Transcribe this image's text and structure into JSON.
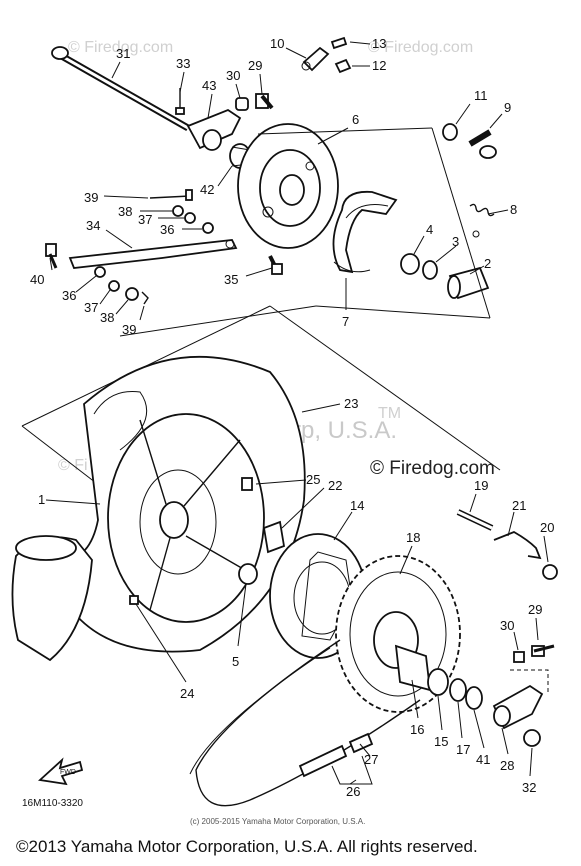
{
  "diagram": {
    "code": "16M110-3320",
    "fwd_label": "FWD",
    "credit": "(c) 2005-2015 Yamaha Motor Corporation, U.S.A.",
    "copyright_footer": "©2013 Yamaha Motor Corporation, U.S.A. All rights reserved.",
    "firedog_mark": "© Firedog.com",
    "watermark_top_left": "© Firedog.com",
    "watermark_top_right": "© Firedog.com",
    "watermark_center": "Yamaha Motor Corp, U.S.A.",
    "watermark_tm": "TM",
    "watermark_left": "© Fi",
    "callouts": [
      {
        "id": "c31",
        "label": "31"
      },
      {
        "id": "c33",
        "label": "33"
      },
      {
        "id": "c43",
        "label": "43"
      },
      {
        "id": "c30a",
        "label": "30"
      },
      {
        "id": "c29a",
        "label": "29"
      },
      {
        "id": "c10",
        "label": "10"
      },
      {
        "id": "c13",
        "label": "13"
      },
      {
        "id": "c12",
        "label": "12"
      },
      {
        "id": "c11",
        "label": "11"
      },
      {
        "id": "c9",
        "label": "9"
      },
      {
        "id": "c6",
        "label": "6"
      },
      {
        "id": "c42",
        "label": "42"
      },
      {
        "id": "c8",
        "label": "8"
      },
      {
        "id": "c39a",
        "label": "39"
      },
      {
        "id": "c38a",
        "label": "38"
      },
      {
        "id": "c37a",
        "label": "37"
      },
      {
        "id": "c36a",
        "label": "36"
      },
      {
        "id": "c34",
        "label": "34"
      },
      {
        "id": "c4",
        "label": "4"
      },
      {
        "id": "c3",
        "label": "3"
      },
      {
        "id": "c2",
        "label": "2"
      },
      {
        "id": "c40",
        "label": "40"
      },
      {
        "id": "c36b",
        "label": "36"
      },
      {
        "id": "c37b",
        "label": "37"
      },
      {
        "id": "c38b",
        "label": "38"
      },
      {
        "id": "c39b",
        "label": "39"
      },
      {
        "id": "c35",
        "label": "35"
      },
      {
        "id": "c7",
        "label": "7"
      },
      {
        "id": "c23",
        "label": "23"
      },
      {
        "id": "c1",
        "label": "1"
      },
      {
        "id": "c25",
        "label": "25"
      },
      {
        "id": "c22",
        "label": "22"
      },
      {
        "id": "c14",
        "label": "14"
      },
      {
        "id": "c19",
        "label": "19"
      },
      {
        "id": "c21",
        "label": "21"
      },
      {
        "id": "c20",
        "label": "20"
      },
      {
        "id": "c18",
        "label": "18"
      },
      {
        "id": "c5",
        "label": "5"
      },
      {
        "id": "c24",
        "label": "24"
      },
      {
        "id": "c30b",
        "label": "30"
      },
      {
        "id": "c29b",
        "label": "29"
      },
      {
        "id": "c16",
        "label": "16"
      },
      {
        "id": "c15",
        "label": "15"
      },
      {
        "id": "c17",
        "label": "17"
      },
      {
        "id": "c41",
        "label": "41"
      },
      {
        "id": "c28",
        "label": "28"
      },
      {
        "id": "c32",
        "label": "32"
      },
      {
        "id": "c27",
        "label": "27"
      },
      {
        "id": "c26",
        "label": "26"
      }
    ]
  }
}
